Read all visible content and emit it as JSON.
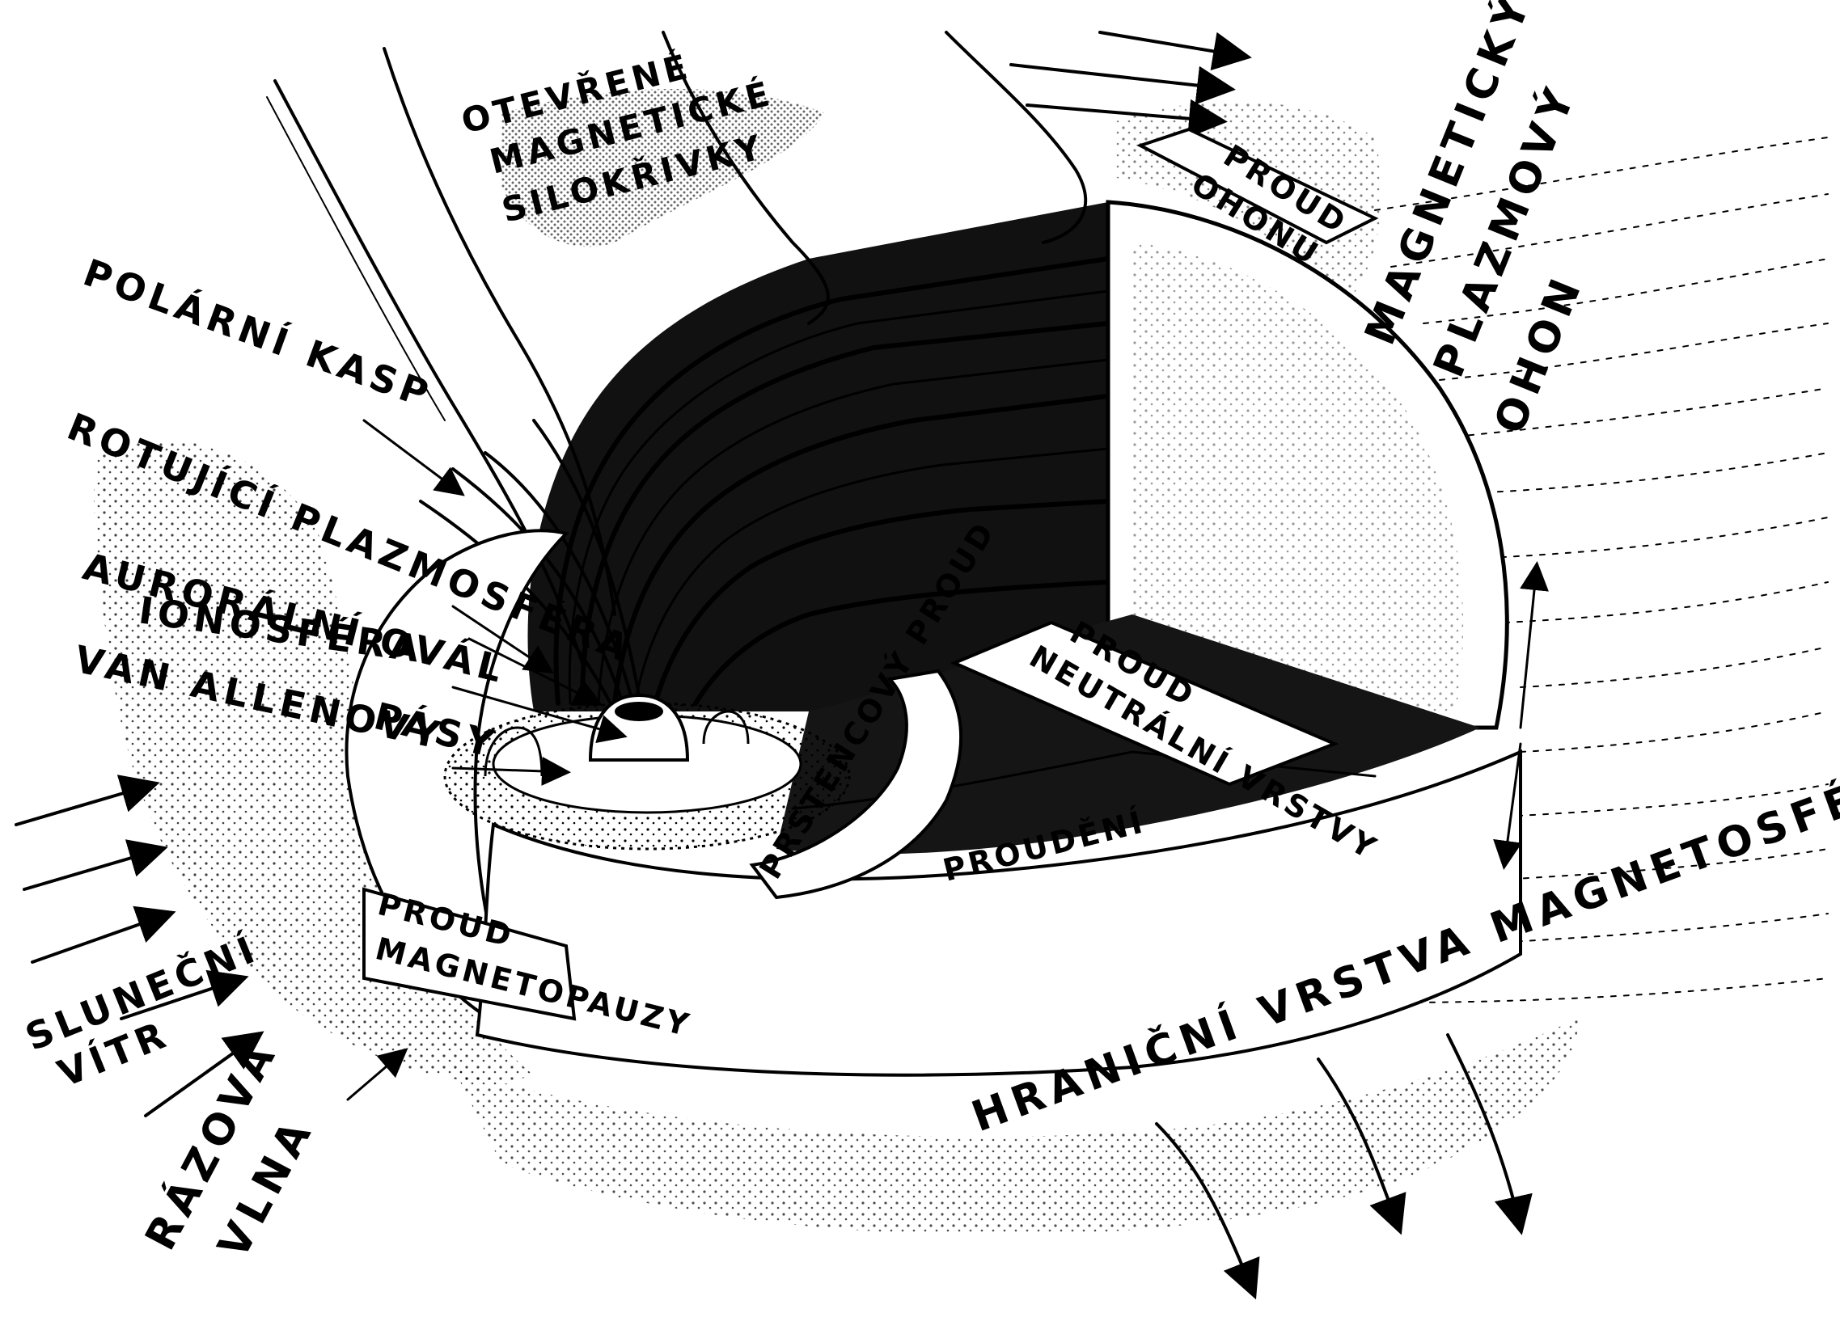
{
  "labels": {
    "open_field_lines": [
      "OTEVŘENÉ",
      "MAGNETICKÉ",
      "SILOKŘIVKY"
    ],
    "polar_cusp": "POLÁRNÍ KASP",
    "plasmasphere": "ROTUJÍCÍ PLAZMOSFÉRA",
    "auroral_oval": "AURORÁLNÍ OVÁL",
    "ionosphere": "IONOSFÉRA",
    "van_allen_belts_1": "VAN ALLENOVY",
    "van_allen_belts_2": "PÁSY",
    "solar_wind": [
      "SLUNEČNÍ",
      "VÍTR"
    ],
    "bow_shock": [
      "RÁZOVÁ",
      "VLNA"
    ],
    "magnetopause_current": [
      "PROUD",
      "MAGNETOPAUZY"
    ],
    "ring_current": "PRSTENCOVÝ PROUD",
    "convection": "PROUDĚNÍ",
    "neutral_sheet_current": [
      "PROUD",
      "NEUTRÁLNÍ VRSTVY"
    ],
    "tail_current": [
      "PROUD",
      "OHONU"
    ],
    "magnetotail": [
      "MAGNETICKÝ",
      "PLAZMOVÝ",
      "OHON"
    ],
    "boundary_layer": "HRANIČNÍ VRSTVA MAGNETOSFÉRY"
  },
  "colors": {
    "ink": "#000000",
    "paper": "#ffffff",
    "shade": "#1a1a1a"
  }
}
